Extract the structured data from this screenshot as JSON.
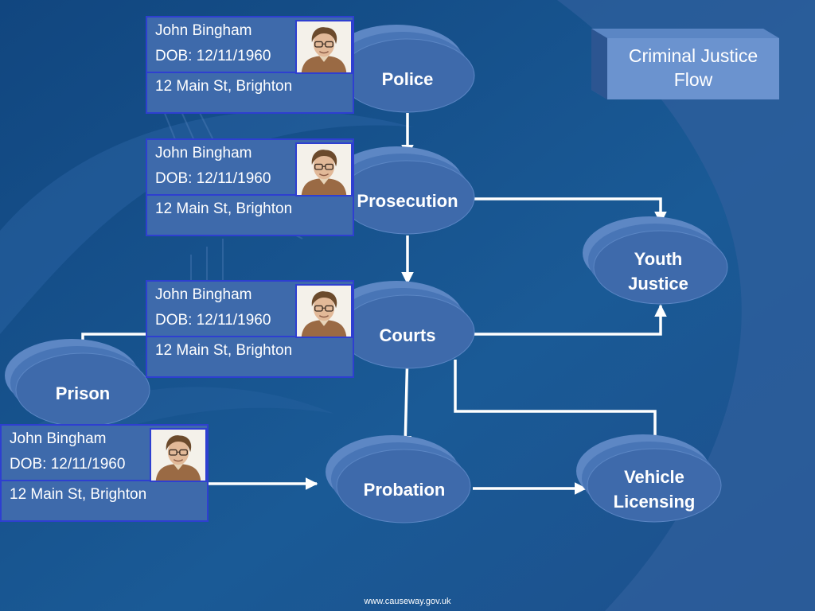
{
  "title": "Criminal Justice Flow",
  "footer": "www.causeway.gov.uk",
  "colors": {
    "background": "#16508a",
    "node_fill": "#3e6aab",
    "card_fill": "#3e6aab",
    "card_border": "#2e3fd0",
    "arrow": "#ffffff",
    "text": "#ffffff"
  },
  "nodes": {
    "police": "Police",
    "prosecution": "Prosecution",
    "courts": "Courts",
    "prison": "Prison",
    "probation": "Probation",
    "youth_justice": "Youth Justice",
    "vehicle_licensing": "Vehicle Licensing"
  },
  "cards": [
    {
      "name": "John Bingham",
      "dob": "DOB: 12/11/1960",
      "address": "12 Main St, Brighton"
    },
    {
      "name": "John Bingham",
      "dob": "DOB: 12/11/1960",
      "address": "12 Main St, Brighton"
    },
    {
      "name": "John Bingham",
      "dob": "DOB: 12/11/1960",
      "address": "12 Main St, Brighton"
    },
    {
      "name": "John Bingham",
      "dob": "DOB: 12/11/1960",
      "address": "12 Main St, Brighton"
    }
  ],
  "edges": [
    {
      "from": "Police",
      "to": "Prosecution",
      "label": ""
    },
    {
      "from": "Prosecution",
      "to": "Courts",
      "label": ""
    },
    {
      "from": "Prosecution",
      "to": "Youth Justice",
      "label": ""
    },
    {
      "from": "Courts",
      "to": "Youth Justice",
      "label": ""
    },
    {
      "from": "Courts",
      "to": "Prison",
      "label": ""
    },
    {
      "from": "Courts",
      "to": "Probation",
      "label": ""
    },
    {
      "from": "Courts",
      "to": "Vehicle Licensing",
      "label": ""
    },
    {
      "from": "Prison",
      "to": "Probation",
      "label": ""
    },
    {
      "from": "Probation",
      "to": "Vehicle Licensing",
      "label": ""
    }
  ]
}
